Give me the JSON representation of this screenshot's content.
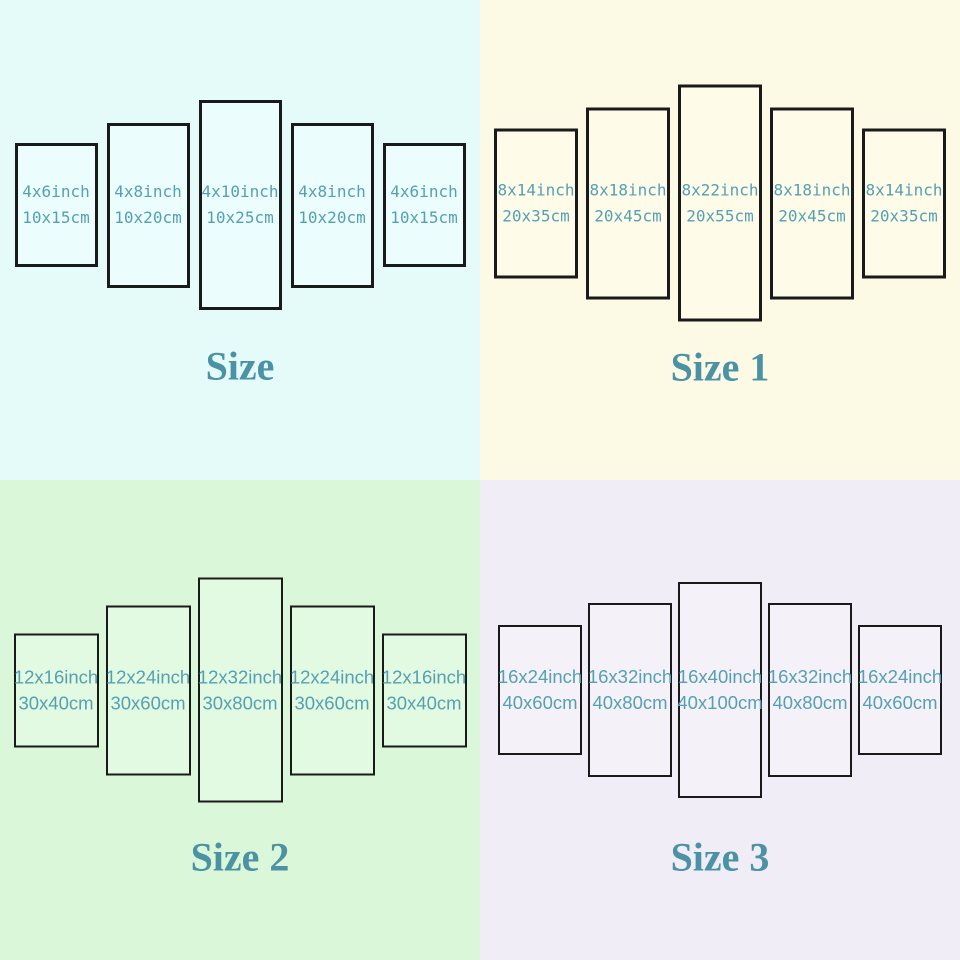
{
  "colors": {
    "quad_size_background": "#e4fbf9",
    "quad_size1_background": "#fcfae4",
    "quad_size2_background": "#dbf7da",
    "quad_size3_background": "#f0edf6",
    "panel_border": "#1a1a1a",
    "label_text": "#55a0b3",
    "title_text": "#4c92a5"
  },
  "quadrants": [
    {
      "title": "Size",
      "panels": [
        {
          "inch": "4x6inch",
          "cm": "10x15cm"
        },
        {
          "inch": "4x8inch",
          "cm": "10x20cm"
        },
        {
          "inch": "4x10inch",
          "cm": "10x25cm"
        },
        {
          "inch": "4x8inch",
          "cm": "10x20cm"
        },
        {
          "inch": "4x6inch",
          "cm": "10x15cm"
        }
      ]
    },
    {
      "title": "Size 1",
      "panels": [
        {
          "inch": "8x14inch",
          "cm": "20x35cm"
        },
        {
          "inch": "8x18inch",
          "cm": "20x45cm"
        },
        {
          "inch": "8x22inch",
          "cm": "20x55cm"
        },
        {
          "inch": "8x18inch",
          "cm": "20x45cm"
        },
        {
          "inch": "8x14inch",
          "cm": "20x35cm"
        }
      ]
    },
    {
      "title": "Size 2",
      "panels": [
        {
          "inch": "12x16inch",
          "cm": "30x40cm"
        },
        {
          "inch": "12x24inch",
          "cm": "30x60cm"
        },
        {
          "inch": "12x32inch",
          "cm": "30x80cm"
        },
        {
          "inch": "12x24inch",
          "cm": "30x60cm"
        },
        {
          "inch": "12x16inch",
          "cm": "30x40cm"
        }
      ]
    },
    {
      "title": "Size 3",
      "panels": [
        {
          "inch": "16x24inch",
          "cm": "40x60cm"
        },
        {
          "inch": "16x32inch",
          "cm": "40x80cm"
        },
        {
          "inch": "16x40inch",
          "cm": "40x100cm"
        },
        {
          "inch": "16x32inch",
          "cm": "40x80cm"
        },
        {
          "inch": "16x24inch",
          "cm": "40x60cm"
        }
      ]
    }
  ]
}
